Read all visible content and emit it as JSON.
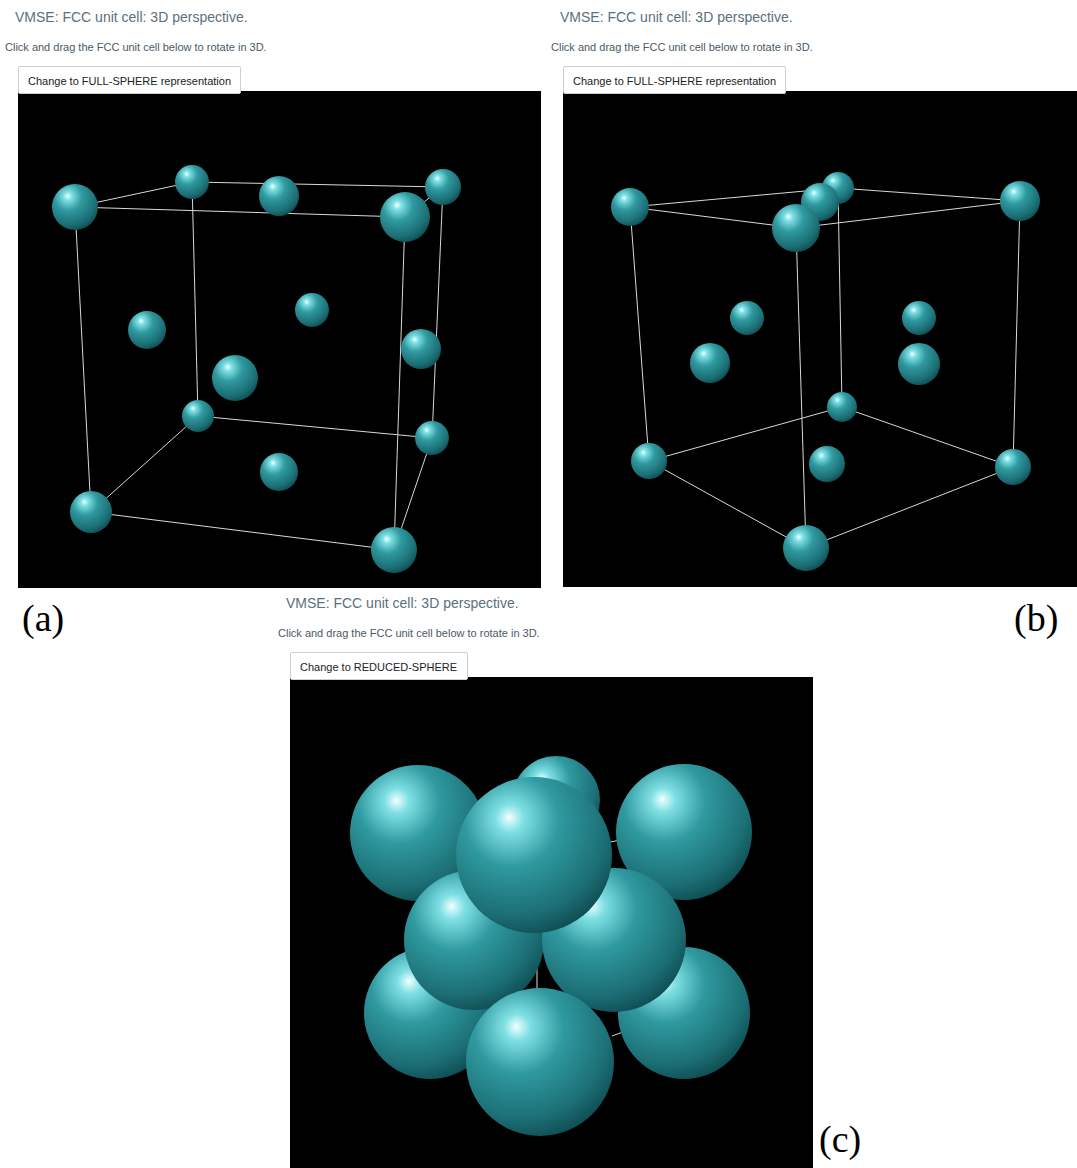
{
  "diagram": {
    "nodes": [
      {
        "text": [
          "Change to FULL-SPHERE representation"
        ]
      },
      {
        "text": [
          "Change to FULL-SPHERE representation"
        ]
      },
      {
        "text": [
          "Change to REDUCED-SPHERE"
        ]
      }
    ],
    "labels": [
      "VMSE: FCC unit cell: 3D perspective.",
      "Click and drag the FCC unit cell below to rotate in 3D.",
      "VMSE: FCC unit cell: 3D perspective.",
      "Click and drag the FCC unit cell below to rotate in 3D.",
      "(a)",
      "(b)",
      "VMSE: FCC unit cell: 3D perspective.",
      "Click and drag the FCC unit cell below to rotate in 3D.",
      "(c)"
    ]
  }
}
